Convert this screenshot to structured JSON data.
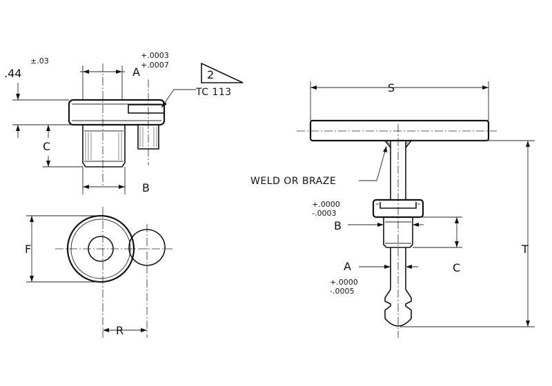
{
  "top_left_dimension": {
    "value": ".44",
    "tolerance": "±.03"
  },
  "tol_top": {
    "plus": "+.0003",
    "minus": "+.0007"
  },
  "tol_right_b": {
    "plus": "+.0000",
    "minus": "-.0003"
  },
  "tol_right_a": {
    "plus": "+.0000",
    "minus": "-.0005"
  },
  "callout": {
    "number": "2",
    "text": "TC 113"
  },
  "note": "WELD OR BRAZE",
  "labels": {
    "A_top": "A",
    "B_top": "B",
    "C_top": "C",
    "F": "F",
    "R": "R",
    "S": "S",
    "T": "T",
    "B_right": "B",
    "A_right": "A",
    "C_right": "C"
  }
}
